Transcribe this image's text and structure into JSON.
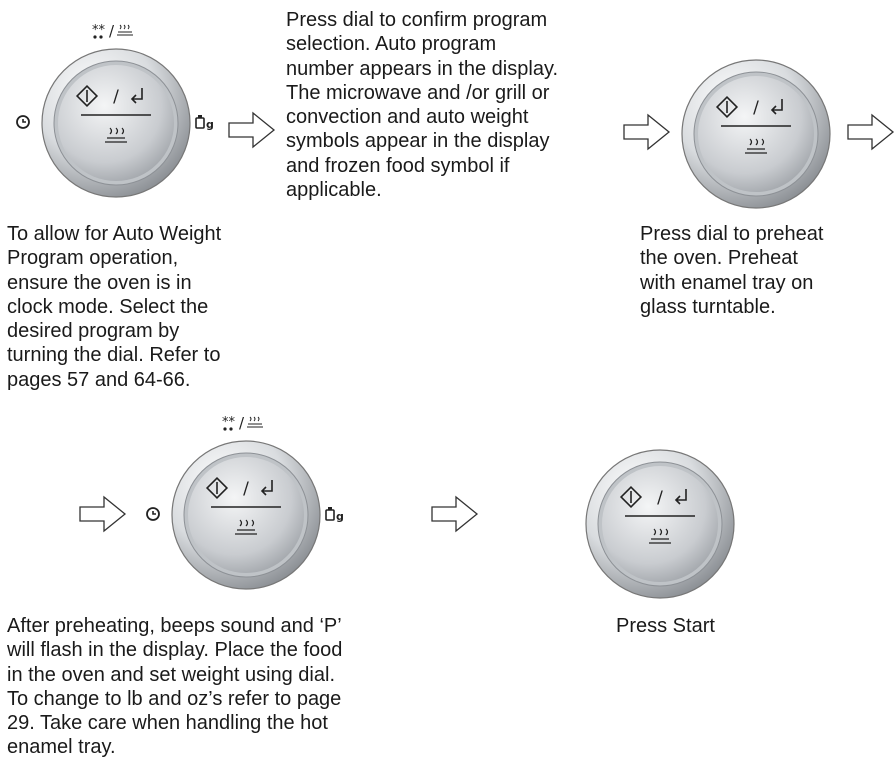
{
  "steps": {
    "step1": {
      "text": "To allow for Auto Weight\nProgram operation,\nensure the oven is in\nclock mode. Select the\ndesired program by\nturning the dial. Refer to\npages 57 and 64-66."
    },
    "step2": {
      "text": "Press dial to confirm program\nselection. Auto program\nnumber appears in the display.\nThe microwave and /or grill or\nconvection and auto weight\nsymbols appear in the display\nand frozen food symbol if\napplicable."
    },
    "step3": {
      "text": "Press dial to preheat\nthe oven. Preheat\nwith enamel tray on\nglass turntable."
    },
    "step4": {
      "text": "After preheating, beeps sound and ‘P’\nwill flash in the display. Place the food\nin the oven and set weight using dial.\nTo change to lb and oz’s refer to page\n29. Take care when handling the hot\nenamel tray."
    },
    "step5": {
      "text": "Press Start"
    }
  },
  "dial": {
    "center_label": "/",
    "top_icon": "defrost-steam-icon",
    "left_icon": "clock-icon",
    "right_icon": "auto-weight-icon",
    "start_icon": "start-icon",
    "enter_icon": "enter-icon",
    "steam_icon": "steam-icon"
  },
  "icons": {
    "arrow": "right-arrow-icon"
  }
}
